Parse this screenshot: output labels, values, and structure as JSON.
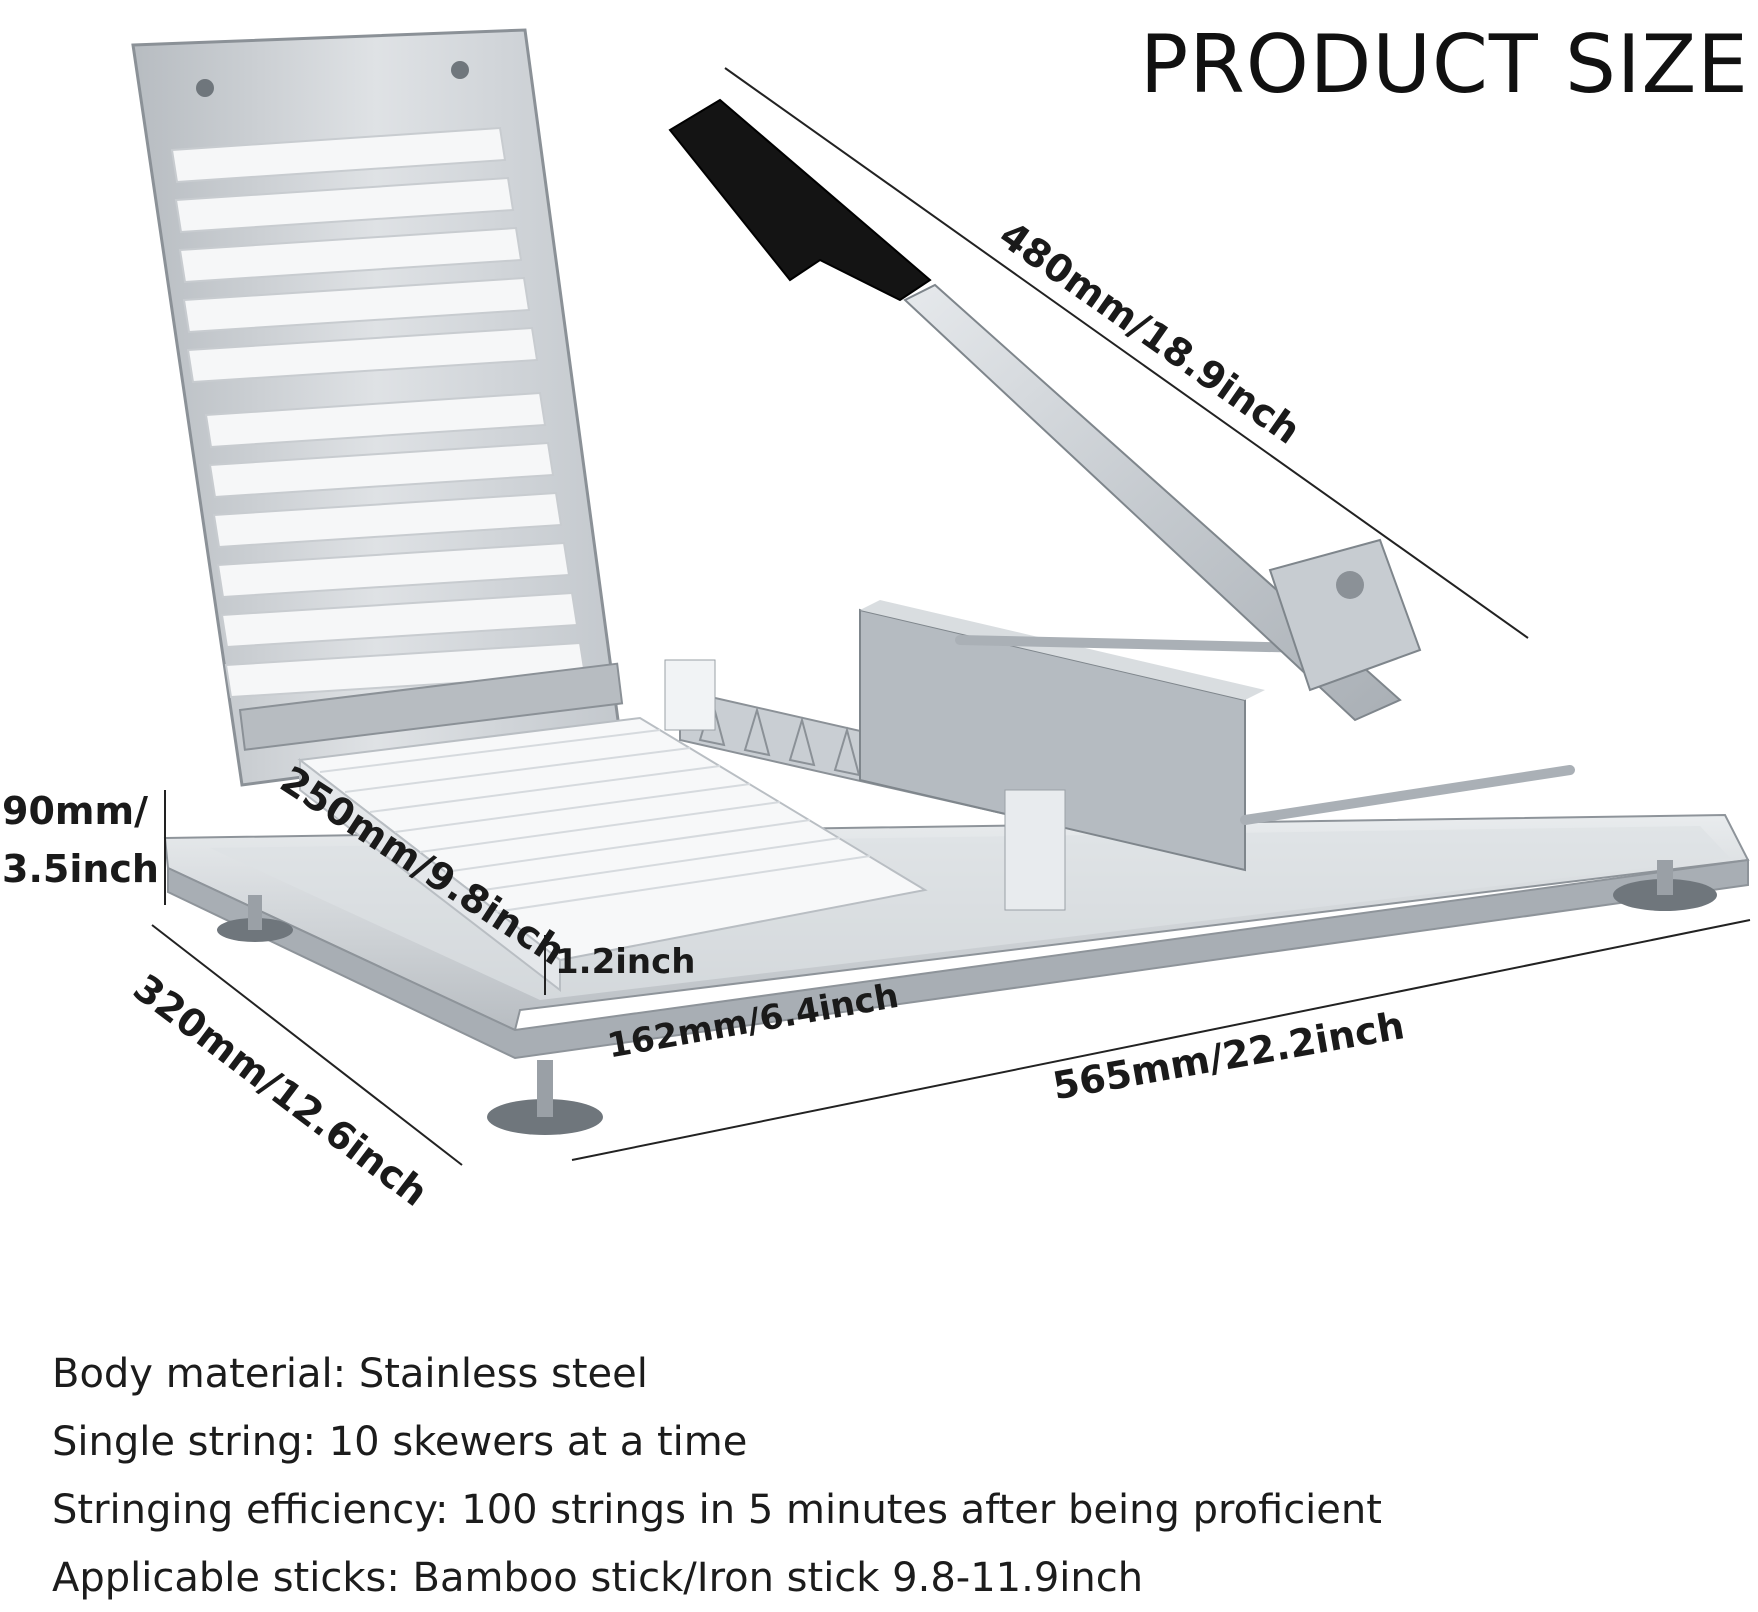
{
  "title": "PRODUCT SIZE",
  "dimensions": {
    "handle_length": "480mm/18.9inch",
    "height": [
      "90mm/",
      "3.5inch"
    ],
    "tray_length": "250mm/9.8inch",
    "tray_height": "1.2inch",
    "tray_width": "162mm/6.4inch",
    "base_depth": "320mm/12.6inch",
    "base_length": "565mm/22.2inch"
  },
  "specs": [
    "Body material: Stainless steel",
    "Single string: 10 skewers at a time",
    "Stringing efficiency: 100 strings in 5 minutes after being proficient",
    "Applicable sticks: Bamboo stick/Iron stick 9.8-11.9inch"
  ],
  "colors": {
    "steel": "#cfd3d7",
    "steel_dark": "#9aa0a6",
    "plastic": "#f4f6f8",
    "handle_grip": "#111111"
  }
}
